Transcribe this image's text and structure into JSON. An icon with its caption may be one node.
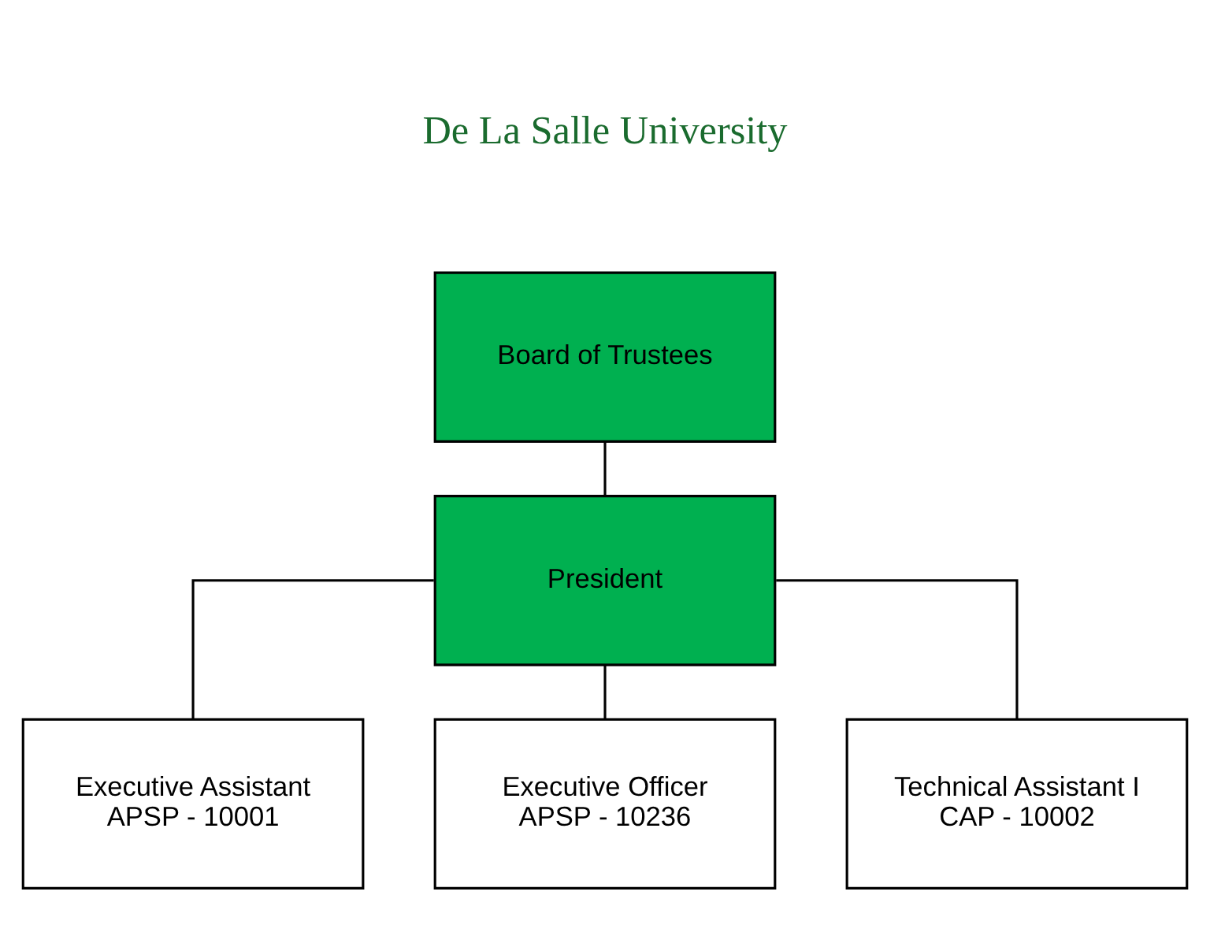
{
  "diagram": {
    "nodes": [
      {
        "text": [
          "Board of Trustees"
        ]
      },
      {
        "text": [
          "President"
        ]
      },
      {
        "text": [
          "Executive Assistant",
          "APSP - 10001"
        ]
      },
      {
        "text": [
          "Executive Officer",
          "APSP - 10236"
        ]
      },
      {
        "text": [
          "Technical Assistant I",
          "CAP - 10002"
        ]
      }
    ],
    "edges": [
      {
        "from": 0,
        "to": 1,
        "arrow": "none"
      },
      {
        "from": 1,
        "to": 2,
        "arrow": "none"
      },
      {
        "from": 1,
        "to": 3,
        "arrow": "none"
      },
      {
        "from": 1,
        "to": 4,
        "arrow": "none"
      }
    ],
    "labels": [
      "De La Salle University"
    ]
  }
}
